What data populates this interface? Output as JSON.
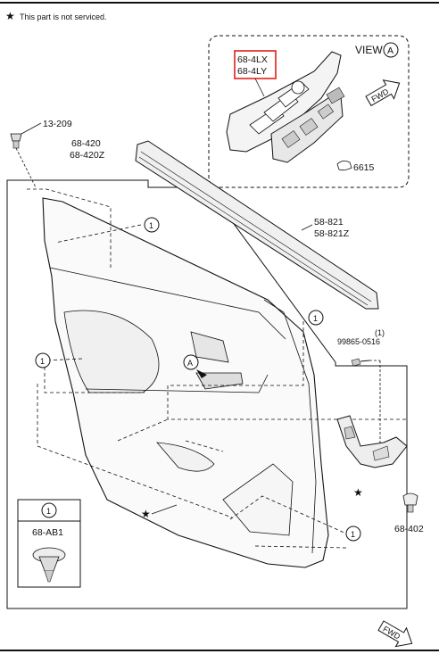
{
  "note": {
    "symbol": "★",
    "text": "This part is not serviced."
  },
  "view": {
    "label": "VIEW",
    "marker": "A"
  },
  "parts": {
    "switch_highlight_1": "68-4LX",
    "switch_highlight_2": "68-4LY",
    "switch_connector": "6615",
    "screw": "13-209",
    "trim_panel_1": "68-420",
    "trim_panel_2": "68-420Z",
    "weatherstrip_1": "58-821",
    "weatherstrip_2": "58-821Z",
    "qty_1": "(1)",
    "bolt": "99865-0516",
    "clip": "68-402",
    "legend_part": "68-AB1"
  },
  "callouts": {
    "clip_ref": "1",
    "view_ref": "A"
  },
  "fwd": "FWD",
  "colors": {
    "highlight": "#e0211b",
    "line": "#111111",
    "panel_fill": "#ffffff",
    "switch_fill": "#e8e8e8"
  }
}
